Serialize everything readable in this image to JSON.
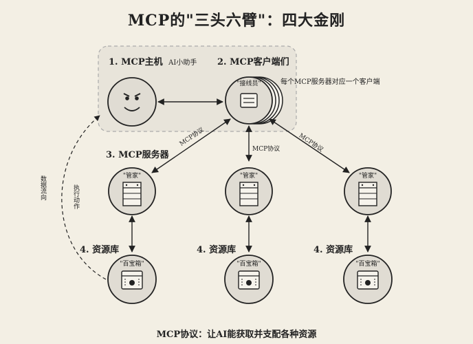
{
  "title": "MCP的\"三头六臂\"：四大金刚",
  "footer": "MCP协议：让AI能获取并支配各种资源",
  "host": {
    "label": "1. MCP主机",
    "sublabel": "AI小助手"
  },
  "client": {
    "label": "2. MCP客户端们",
    "tag": "\"接线员\"",
    "note": "每个MCP服务器对应一个客户端"
  },
  "server": {
    "label": "3. MCP服务器",
    "tag": "\"管家\""
  },
  "resource": {
    "label": "4. 资源库",
    "tag": "\"百宝箱\""
  },
  "edges": {
    "protocol": "MCP协议",
    "data_flow": "数据流向",
    "execute": "执行动作"
  }
}
